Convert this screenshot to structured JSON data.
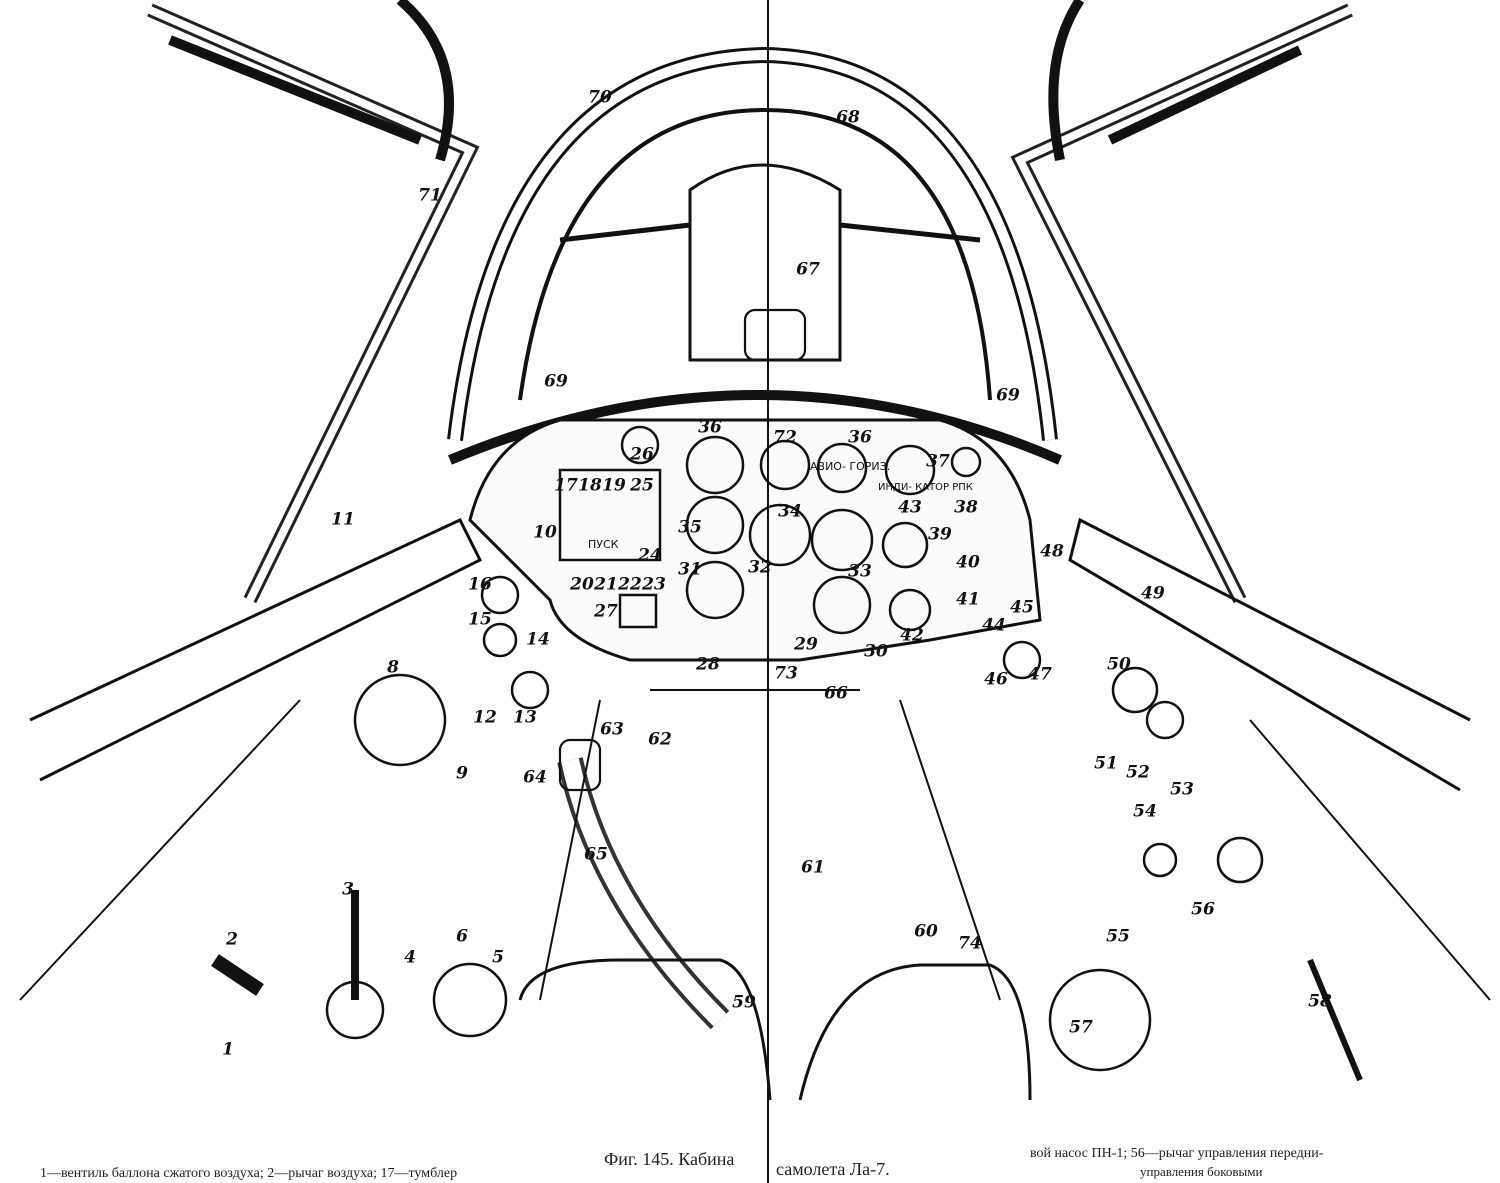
{
  "figure": {
    "title_left": "Фиг. 145. Кабина",
    "title_right": "самолета Ла-7.",
    "legend_left": "1—вентиль баллона сжатого воздуха; 2—рычаг  воздуха; 17—тумблер",
    "legend_right": "вой насос ПН-1; 56—рычаг управления передни-",
    "legend_right_2": "управления боковыми"
  },
  "callouts": [
    "70",
    "68",
    "71",
    "67",
    "69",
    "69",
    "26",
    "36",
    "72",
    "36",
    "37",
    "17",
    "18",
    "19",
    "25",
    "35",
    "34",
    "43",
    "38",
    "11",
    "10",
    "39",
    "40",
    "24",
    "20",
    "21",
    "22",
    "23",
    "16",
    "31",
    "32",
    "33",
    "48",
    "49",
    "27",
    "15",
    "14",
    "41",
    "45",
    "44",
    "29",
    "30",
    "28",
    "42",
    "73",
    "8",
    "46",
    "47",
    "50",
    "66",
    "12",
    "13",
    "63",
    "62",
    "64",
    "51",
    "52",
    "53",
    "54",
    "9",
    "65",
    "61",
    "3",
    "56",
    "60",
    "74",
    "6",
    "5",
    "4",
    "55",
    "2",
    "59",
    "58",
    "57",
    "1"
  ],
  "panel_labels": {
    "start_button": "ПУСК",
    "horizon": "АВИО- ГОРИЗ.",
    "rpk": "ИНДИ- КАТОР РПК"
  }
}
